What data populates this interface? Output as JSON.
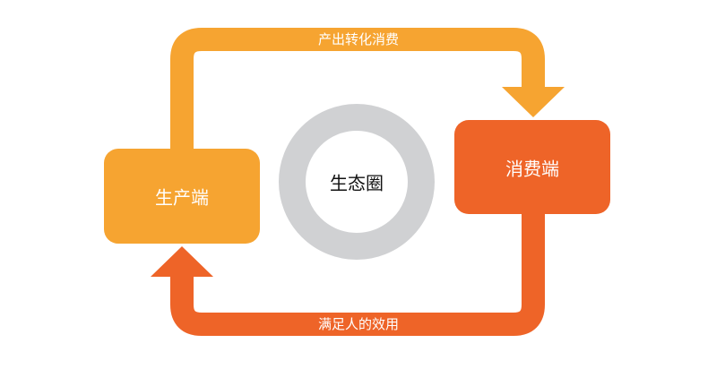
{
  "nodes": {
    "producer": {
      "label": "生产端"
    },
    "consumer": {
      "label": "消费端"
    },
    "ecosystem": {
      "label": "生态圈"
    }
  },
  "flows": {
    "top": {
      "label": "产出转化消费"
    },
    "bottom": {
      "label": "满足人的效用"
    }
  },
  "colors": {
    "orange_light": "#F6A431",
    "orange_dark": "#EE6428",
    "ring_gray": "#D0D1D3",
    "text_white": "#FFFFFF",
    "text_dark": "#111111"
  }
}
